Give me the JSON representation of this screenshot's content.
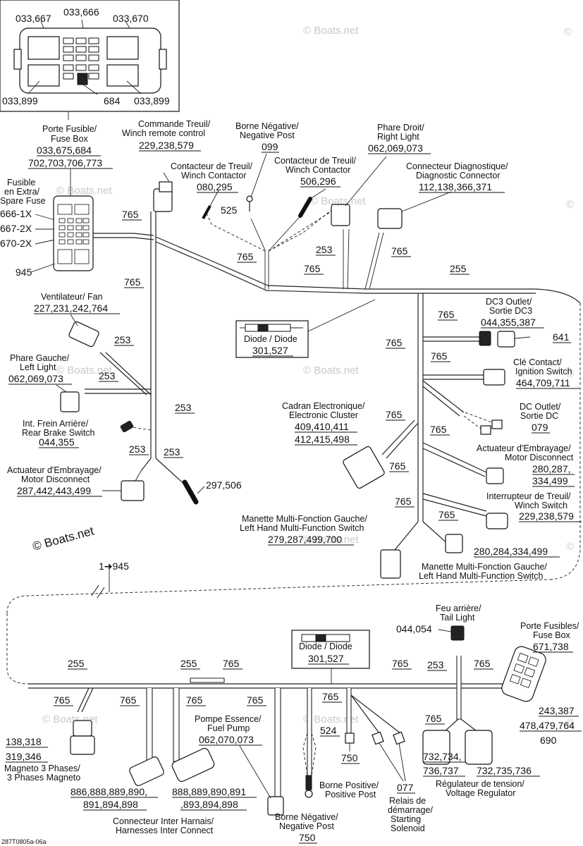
{
  "diagram": {
    "doc_code": "287T0805a-06a",
    "watermark": "© Boats.net",
    "fusebox_detail": {
      "top_left": "033,667",
      "top_mid": "033,666",
      "top_right": "033,670",
      "bottom_left": "033,899",
      "bottom_mid": "684",
      "bottom_right": "033,899"
    },
    "fuse_box": {
      "label_line1": "Porte Fusible/",
      "label_line2": "Fuse Box",
      "part_a": "033,675,684",
      "part_b": "702,703,706,773",
      "spare_line1": "Fusible",
      "spare_line2": "en Extra/",
      "spare_line3": "Spare Fuse",
      "spare_a": "666-1X",
      "spare_b": "667-2X",
      "spare_c": "670-2X",
      "ref_945": "945"
    },
    "winch_remote": {
      "line1": "Commande Treuil/",
      "line2": "Winch remote control",
      "parts": "229,238,579"
    },
    "negative_post_top": {
      "line1": "Borne Négative/",
      "line2": "Negative Post",
      "parts": "099"
    },
    "winch_contactor_a": {
      "line1": "Contacteur de Treuil/",
      "line2": "Winch Contactor",
      "parts": "080,295"
    },
    "winch_contactor_b": {
      "line1": "Contacteur de Treuil/",
      "line2": "Winch Contactor",
      "parts": "506,296"
    },
    "right_light": {
      "line1": "Phare Droit/",
      "line2": "Right Light",
      "parts": "062,069,073"
    },
    "diag_connector": {
      "line1": "Connecteur Diagnostique/",
      "line2": "Diagnostic Connector",
      "parts": "112,138,366,371"
    },
    "fan": {
      "line1": "Ventilateur/ Fan",
      "parts": "227,231,242,764"
    },
    "left_light": {
      "line1": "Phare Gauche/",
      "line2": "Left Light",
      "parts": "062,069,073"
    },
    "rear_brake": {
      "line1": "Int. Frein Arrière/",
      "line2": "Rear Brake Switch",
      "parts": "044,355"
    },
    "motor_disc_left": {
      "line1": "Actuateur d'Embrayage/",
      "line2": "Motor Disconnect",
      "parts": "287,442,443,499"
    },
    "part_297": "297,506",
    "diode_top": {
      "line1": "Diode / Diode",
      "parts": "301,527"
    },
    "dc3": {
      "line1": "DC3 Outlet/",
      "line2": "Sortie DC3",
      "parts": "044,355,387",
      "ref": "641"
    },
    "ignition": {
      "line1": "Clé Contact/",
      "line2": "Ignition Switch",
      "parts": "464,709,711"
    },
    "cluster": {
      "line1": "Cadran Electronique/",
      "line2": "Electronic Cluster",
      "parts_a": "409,410,411",
      "parts_b": "412,415,498"
    },
    "dc_outlet": {
      "line1": "DC Outlet/",
      "line2": "Sortie DC",
      "parts": "079"
    },
    "motor_disc_right": {
      "line1": "Actuateur d'Embrayage/",
      "line2": "Motor Disconnect",
      "parts_a": "280,287,",
      "parts_b": "334,499"
    },
    "winch_switch": {
      "line1": "Interrupteur de Treuil/",
      "line2": "Winch Switch",
      "parts": "229,238,579"
    },
    "lh_switch": {
      "line1": "Manette Multi-Fonction Gauche/",
      "line2": "Left Hand Multi-Function Switch",
      "parts": "279,287,499,700"
    },
    "lh_switch_b": {
      "line1": "Manette Multi-Fonction Gauche/",
      "line2": "Left Hand Multi-Function Switch",
      "parts": "280,284,334,499"
    },
    "wire_codes": {
      "w765": "765",
      "w255": "255",
      "w253": "253",
      "w525": "525",
      "w524": "524",
      "w750": "750"
    },
    "link_ref": "1➔945",
    "tail_light": {
      "line1": "Feu arrière/",
      "line2": "Tail Light",
      "parts": "044,054"
    },
    "fuse_box_rear": {
      "line1": "Porte Fusibles/",
      "line2": "Fuse Box",
      "parts": "671,738",
      "parts_b": "243,387",
      "parts_c": "478,479,764",
      "parts_d": "690"
    },
    "diode_bottom": {
      "line1": "Diode / Diode",
      "parts": "301,527"
    },
    "magneto": {
      "line1": "Magneto 3 Phases/",
      "line2": "3 Phases Magneto",
      "parts_a": "138,318",
      "parts_b": "319,346"
    },
    "inter_connect": {
      "line1": "Connecteur Inter Harnais/",
      "line2": "Harnesses Inter Connect",
      "parts_a1": "886,888,889,890,",
      "parts_a2": "891,894,898",
      "parts_b1": "888,889,890,891",
      "parts_b2": ",893,894,898"
    },
    "fuel_pump": {
      "line1": "Pompe Essence/",
      "line2": "Fuel Pump",
      "parts": "062,070,073"
    },
    "negative_post_bottom": {
      "line1": "Borne Négative/",
      "line2": "Negative Post",
      "parts": "750"
    },
    "positive_post": {
      "line1": "Borne Positive/",
      "line2": "Positive Post",
      "parts": "750"
    },
    "starting_solenoid": {
      "line1": "Relais de",
      "line2": "démarrage/",
      "line3": "Starting",
      "line4": "Solenoid",
      "parts": "077"
    },
    "voltage_reg": {
      "line1": "Régulateur de tension/",
      "line2": "Voltage Regulator",
      "parts_a1": "732,734,",
      "parts_a2": "736,737",
      "parts_b": "732,735,736"
    }
  }
}
